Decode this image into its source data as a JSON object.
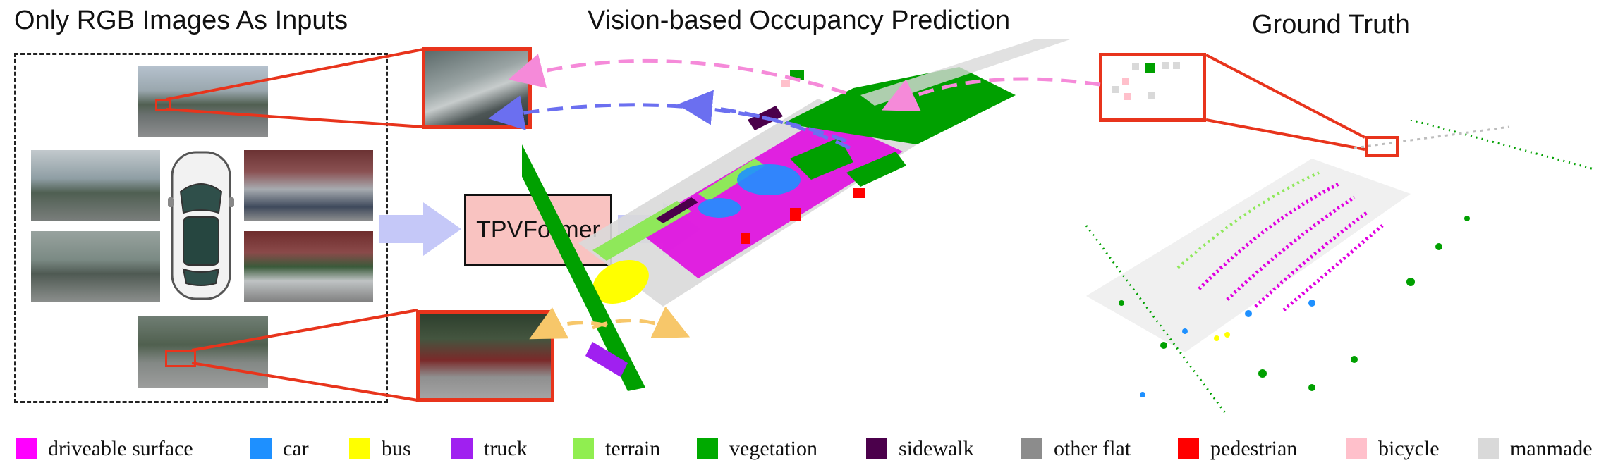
{
  "titles": {
    "inputs": "Only RGB Images As Inputs",
    "prediction": "Vision-based Occupancy Prediction",
    "ground_truth": "Ground Truth"
  },
  "model": {
    "label": "TPVFormer"
  },
  "legend": [
    {
      "label": "driveable surface",
      "color": "#ff00ff"
    },
    {
      "label": "car",
      "color": "#1e90ff"
    },
    {
      "label": "bus",
      "color": "#ffff00"
    },
    {
      "label": "truck",
      "color": "#a020f0"
    },
    {
      "label": "terrain",
      "color": "#90ee50"
    },
    {
      "label": "vegetation",
      "color": "#00aa00"
    },
    {
      "label": "sidewalk",
      "color": "#4b004b"
    },
    {
      "label": "other flat",
      "color": "#8c8c8c"
    },
    {
      "label": "pedestrian",
      "color": "#ff0000"
    },
    {
      "label": "bicycle",
      "color": "#ffc0cb"
    },
    {
      "label": "manmade",
      "color": "#d9d9d9"
    }
  ],
  "colors": {
    "highlight": "#e8341c",
    "flow_arrow": "#c5c8f8",
    "model_fill": "#f9c3c1",
    "arrow_pink": "#f58ad9",
    "arrow_blue": "#6b6ff0",
    "arrow_yellow": "#f7c76a"
  },
  "icons": {
    "vehicle": "car-top-view-icon"
  }
}
